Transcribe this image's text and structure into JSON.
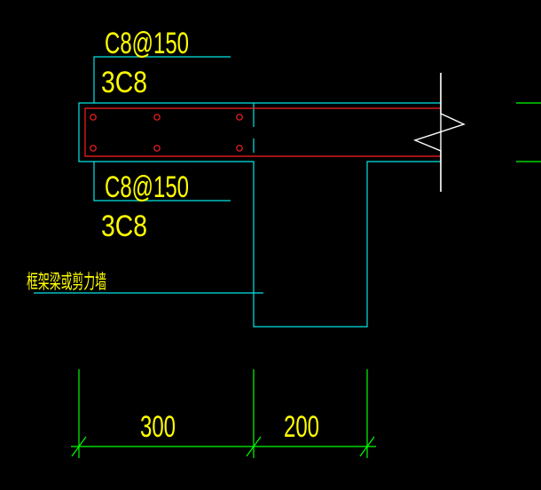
{
  "colors": {
    "background": "#000000",
    "concrete_outline": "#00e5e5",
    "rebar_outline": "#ff2020",
    "text": "#ffff00",
    "dimension": "#00ff00",
    "break_line": "#ffffff"
  },
  "annotations": {
    "top_stirrup": "C8@150",
    "top_bars": "3C8",
    "bottom_stirrup": "C8@150",
    "bottom_bars": "3C8",
    "support_label": "框架梁或剪力墙"
  },
  "dimensions": {
    "left_span": "300",
    "right_span": "200"
  },
  "icons": {
    "break_symbol": "zigzag-break-icon"
  }
}
